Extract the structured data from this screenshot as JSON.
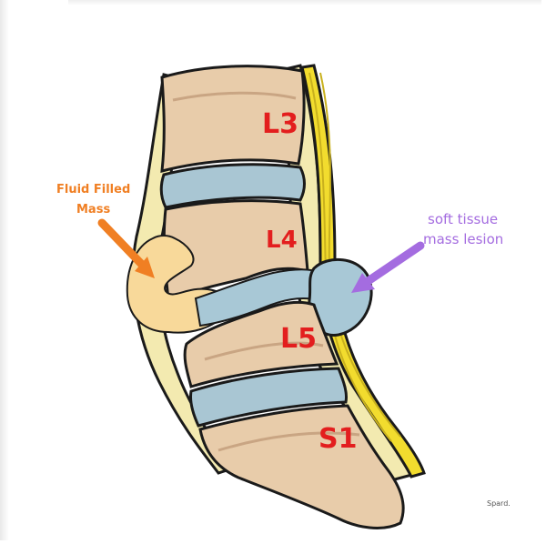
{
  "labels": {
    "l3": "L3",
    "l4": "L4",
    "l5": "L5",
    "s1": "S1",
    "fluid_line1": "Fluid Filled",
    "fluid_line2": "Mass",
    "soft_line1": "soft tissue",
    "soft_line2": "mass lesion",
    "signature": "Spard."
  },
  "colors": {
    "vertebra": "#e8ccaa",
    "vertebra_shade": "#c9a583",
    "disc": "#a9c6d3",
    "disc_shade": "#8fb0bf",
    "ligament": "#f3eab0",
    "spinal_cord": "#f2dc2e",
    "fluid_mass": "#f8d99a",
    "soft_mass": "#a8c8d6",
    "level_label": "#e31e1e",
    "fluid_arrow": "#f07f23",
    "soft_arrow": "#a46ce0",
    "outline": "#1a1a1a"
  }
}
